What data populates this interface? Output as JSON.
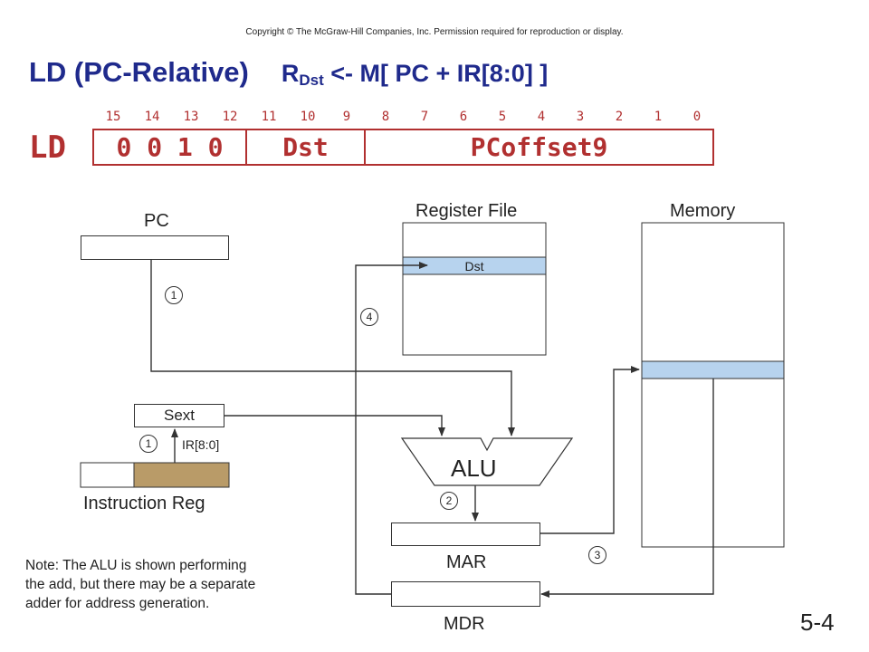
{
  "copyright": "Copyright © The McGraw-Hill Companies, Inc. Permission required for reproduction or display.",
  "title": {
    "main": "LD (PC-Relative)",
    "formula_r": "R",
    "formula_sub": "Dst",
    "formula_rest": " <- M[ PC + IR[8:0] ]"
  },
  "instruction": {
    "mnemonic": "LD",
    "bit_numbers": [
      "15",
      "14",
      "13",
      "12",
      "11",
      "10",
      "9",
      "8",
      "7",
      "6",
      "5",
      "4",
      "3",
      "2",
      "1",
      "0"
    ],
    "opcode": "0 0 1 0",
    "dst": "Dst",
    "offset": "PCoffset9"
  },
  "diagram": {
    "pc": "PC",
    "register_file": "Register File",
    "dst_reg": "Dst",
    "memory": "Memory",
    "sext": "Sext",
    "ir_bits": "IR[8:0]",
    "instruction_reg": "Instruction Reg",
    "alu": "ALU",
    "mar": "MAR",
    "mdr": "MDR",
    "steps": [
      "1",
      "1",
      "2",
      "3",
      "4"
    ]
  },
  "colors": {
    "title": "#1f2a8c",
    "instruction": "#b13030",
    "highlight": "#b7d3ee",
    "ir_field": "#b99b68"
  },
  "note": {
    "line1": "Note: The ALU is shown performing",
    "line2": "the add, but there may be a separate",
    "line3": "adder for address generation."
  },
  "slide_number": "5-4"
}
